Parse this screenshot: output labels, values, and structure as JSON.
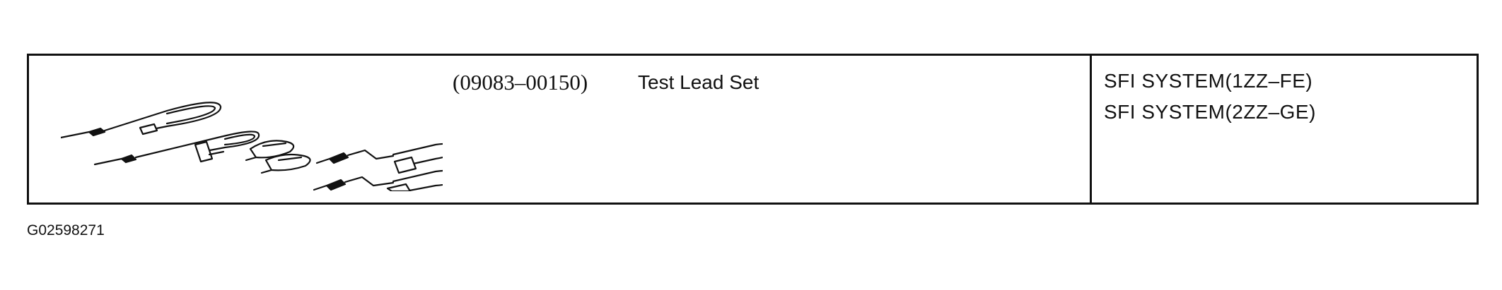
{
  "tool": {
    "part_number": "(09083–00150)",
    "name": "Test Lead Set",
    "image_icon": "test-lead-set-icon"
  },
  "applicable_systems": [
    "SFI SYSTEM(1ZZ–FE)",
    "SFI SYSTEM(2ZZ–GE)"
  ],
  "figure_code": "G02598271"
}
